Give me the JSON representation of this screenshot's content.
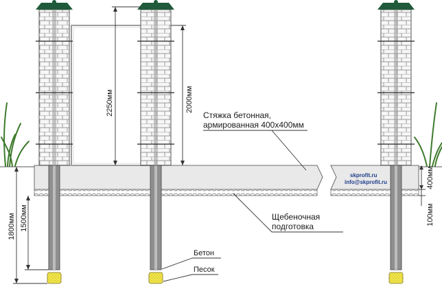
{
  "labels": {
    "screed_line1": "Стяжка бетонная,",
    "screed_line2": "армированная 400x400мм",
    "gravel_line1": "Щебеночная",
    "gravel_line2": "подготовка",
    "concrete": "Бетон",
    "sand": "Песок",
    "site_url": "skprofit.ru",
    "site_email": "info@skprofit.ru"
  },
  "dimensions": {
    "gate_height": "2250мм",
    "pillar_height": "2000мм",
    "total_depth": "1800мм",
    "pile_depth": "1500мм",
    "screed_thickness": "400мм",
    "gravel_thickness": "100мм"
  },
  "colors": {
    "pillar_cap": "#1f5a3a",
    "brick_fill": "#f7f7f7",
    "screed_fill": "#e9e9e9",
    "pile_fill": "#8f8f8f",
    "sand_fill": "#f2e64a",
    "grass": "#3d7a2c"
  }
}
